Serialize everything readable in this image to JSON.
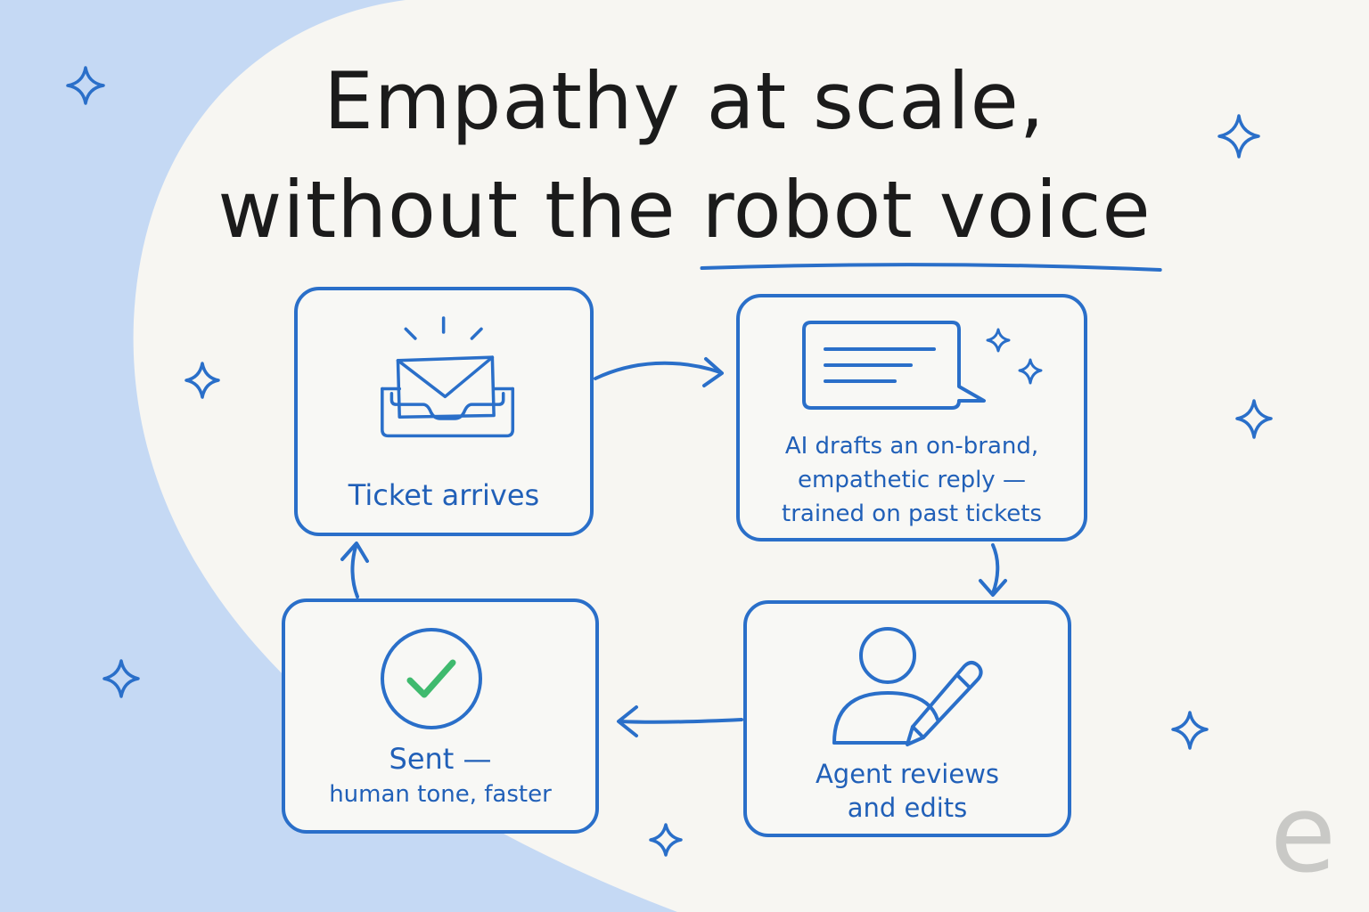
{
  "title": {
    "line1": "Empathy at scale,",
    "line2_plain": "without the",
    "line2_highlight": "robot voice"
  },
  "steps": [
    {
      "id": "ticket-arrives",
      "icon": "inbox-mail-icon",
      "lines": [
        "Ticket arrives"
      ]
    },
    {
      "id": "ai-draft",
      "icon": "chat-bubble-icon",
      "lines": [
        "AI drafts an on-brand,",
        "empathetic reply —",
        "trained on past tickets"
      ]
    },
    {
      "id": "agent-review",
      "icon": "user-edit-icon",
      "lines": [
        "Agent reviews",
        "and edits"
      ]
    },
    {
      "id": "sent",
      "icon": "check-circle-icon",
      "lines": [
        "Sent —",
        "human tone, faster"
      ]
    }
  ],
  "watermark": {
    "letter": "e"
  },
  "colors": {
    "accent": "#2a6fc9",
    "background": "#f7f6f2",
    "swoosh": "#c5d9f4",
    "check": "#3fba6e",
    "title": "#1b1b1b"
  }
}
